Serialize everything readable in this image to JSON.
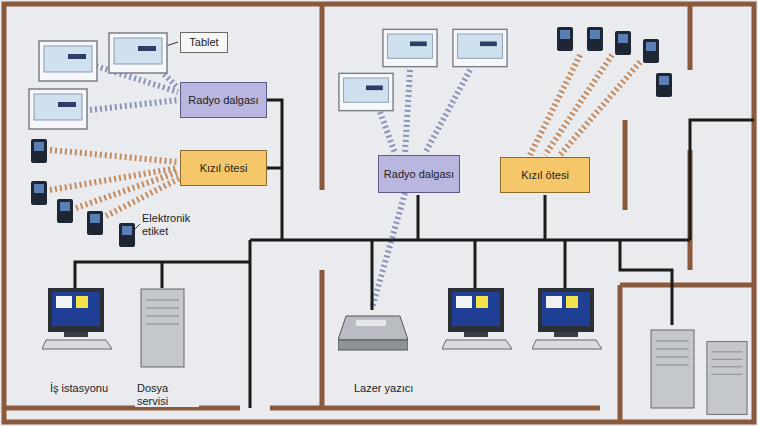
{
  "diagram": {
    "nodes": [
      {
        "text": [
          "Tablet"
        ]
      },
      {
        "text": [
          "Radyo dalgası"
        ]
      },
      {
        "text": [
          "Kızıl ötesi"
        ]
      },
      {
        "text": [
          "Radyo dalgası"
        ]
      },
      {
        "text": [
          "Kızıl ötesi"
        ]
      }
    ],
    "labels": [
      "Elektronik etiket",
      "İş istasyonu",
      "Dosya servisi",
      "Lazer yazıcı"
    ]
  }
}
